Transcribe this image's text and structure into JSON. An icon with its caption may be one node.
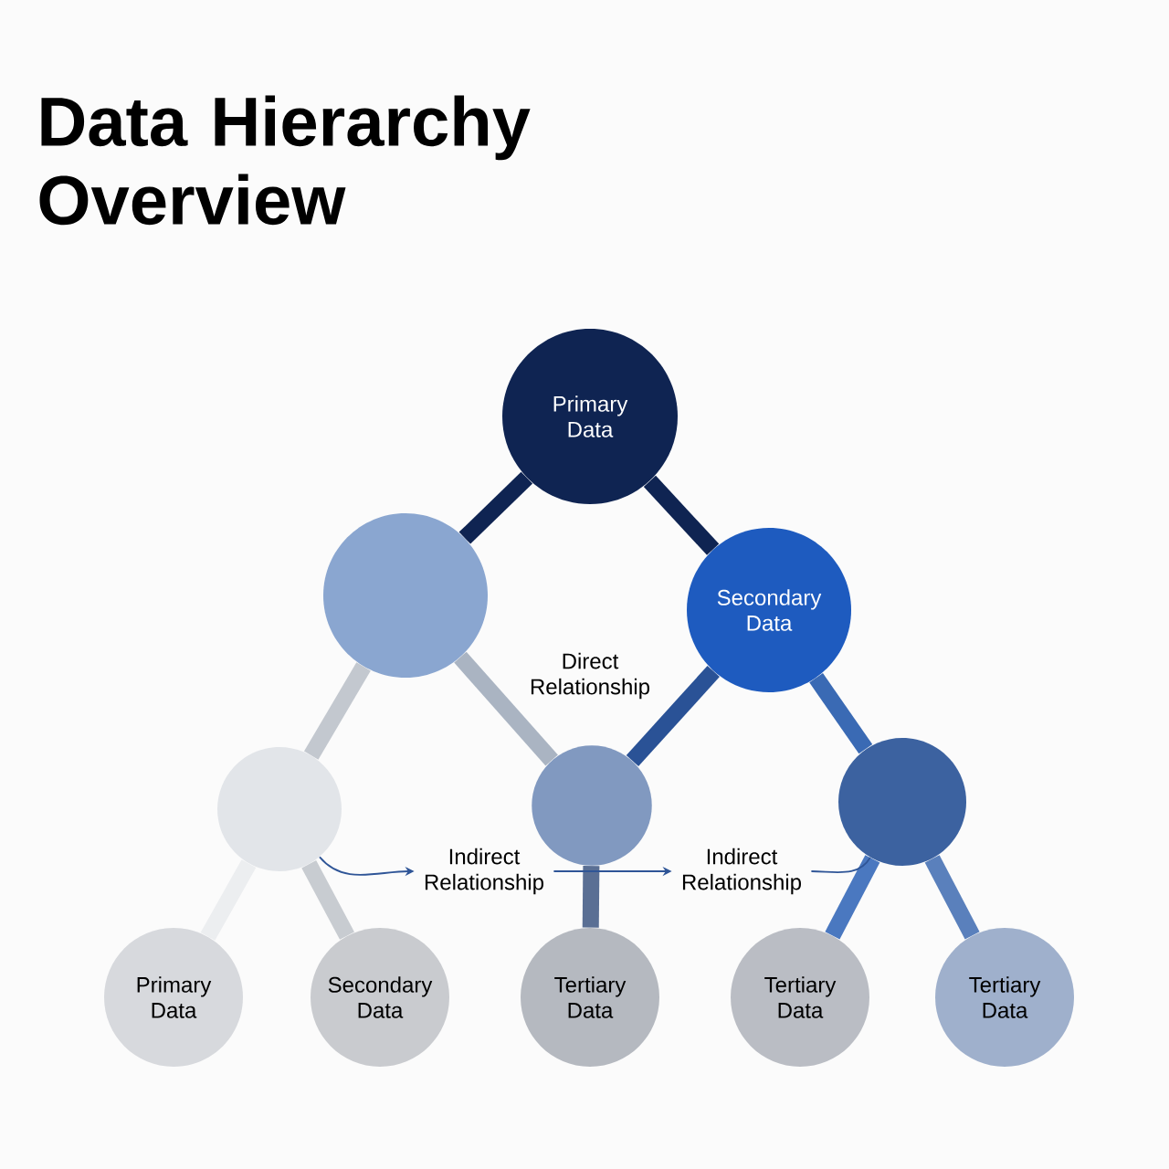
{
  "diagram": {
    "title": "Data Hierarchy Overview",
    "nodes": [
      {
        "text": [
          "Primary Data"
        ]
      },
      {
        "text": [],
        "shape": "circle"
      },
      {
        "text": [
          "Secondary Data"
        ]
      },
      {
        "text": [],
        "shape": "circle"
      },
      {
        "text": [],
        "shape": "circle"
      },
      {
        "text": [],
        "shape": "circle"
      },
      {
        "text": [
          "Primary Data"
        ]
      },
      {
        "text": [
          "Secondary Data"
        ]
      },
      {
        "text": [
          "Tertiary Data"
        ]
      },
      {
        "text": [
          "Tertiary Data"
        ]
      },
      {
        "text": [
          "Tertiary Data"
        ]
      },
      {
        "text": [
          "Indirect Relationship"
        ]
      },
      {
        "text": [
          "Indirect Relationship"
        ]
      }
    ],
    "edges": [
      {
        "from": 0,
        "to": 1,
        "arrow": "none",
        "color": "#0f2452"
      },
      {
        "from": 0,
        "to": 2,
        "arrow": "none",
        "color": "#0f2452"
      },
      {
        "from": 1,
        "to": 3,
        "arrow": "none",
        "color": "#c3c8cf"
      },
      {
        "from": 1,
        "to": 4,
        "arrow": "none",
        "color": "#aab4c2"
      },
      {
        "from": 2,
        "to": 4,
        "arrow": "none",
        "color": "#2a5296"
      },
      {
        "from": 2,
        "to": 5,
        "arrow": "none",
        "color": "#3a6ab4"
      },
      {
        "from": 3,
        "to": 6,
        "arrow": "none",
        "color": "#eceef0"
      },
      {
        "from": 3,
        "to": 7,
        "arrow": "none",
        "color": "#c8ccd1"
      },
      {
        "from": 4,
        "to": 8,
        "arrow": "none",
        "color": "#5a6f94"
      },
      {
        "from": 5,
        "to": 9,
        "arrow": "none",
        "color": "#4a78c0"
      },
      {
        "from": 5,
        "to": 10,
        "arrow": "none",
        "color": "#5a80bc"
      },
      {
        "from": 3,
        "to": 11,
        "arrow": "to",
        "color": "#2f5597"
      },
      {
        "from": 11,
        "to": 12,
        "arrow": "to",
        "color": "#2f5597"
      },
      {
        "from": 12,
        "to": 5,
        "arrow": "none",
        "color": "#2f5597"
      }
    ],
    "labels": [
      "Direct Relationship"
    ]
  }
}
